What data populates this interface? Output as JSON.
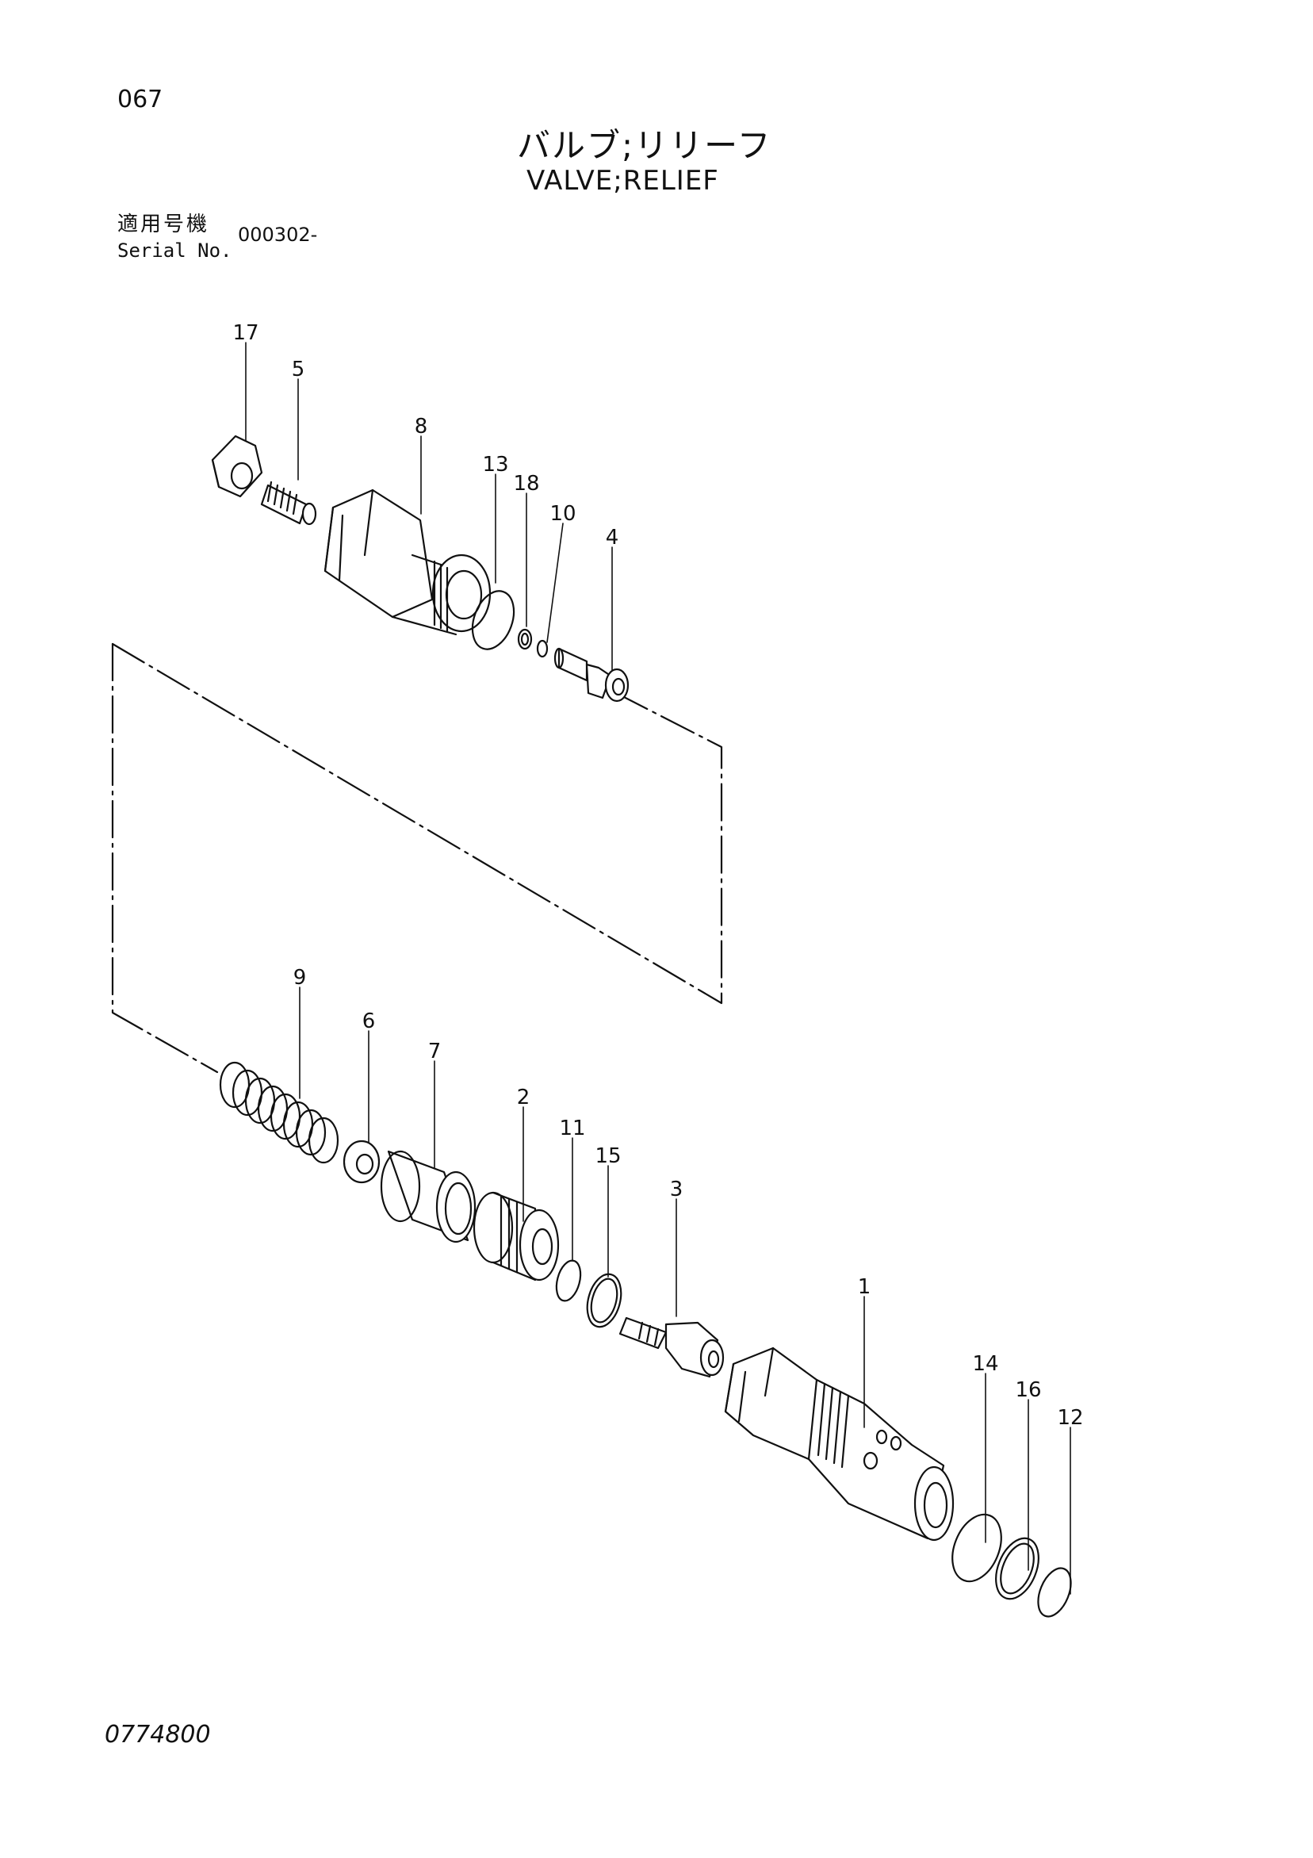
{
  "header": {
    "page_number": "067",
    "title_jp": "バルブ;リリーフ",
    "title_en": "VALVE;RELIEF",
    "serial_label_jp": "適用号機",
    "serial_label_en": "Serial No.",
    "serial_value": "000302-"
  },
  "callouts": [
    "1",
    "2",
    "3",
    "4",
    "5",
    "6",
    "7",
    "8",
    "9",
    "10",
    "11",
    "12",
    "13",
    "14",
    "15",
    "16",
    "17",
    "18"
  ],
  "footer": {
    "drawing_number": "0774800"
  }
}
